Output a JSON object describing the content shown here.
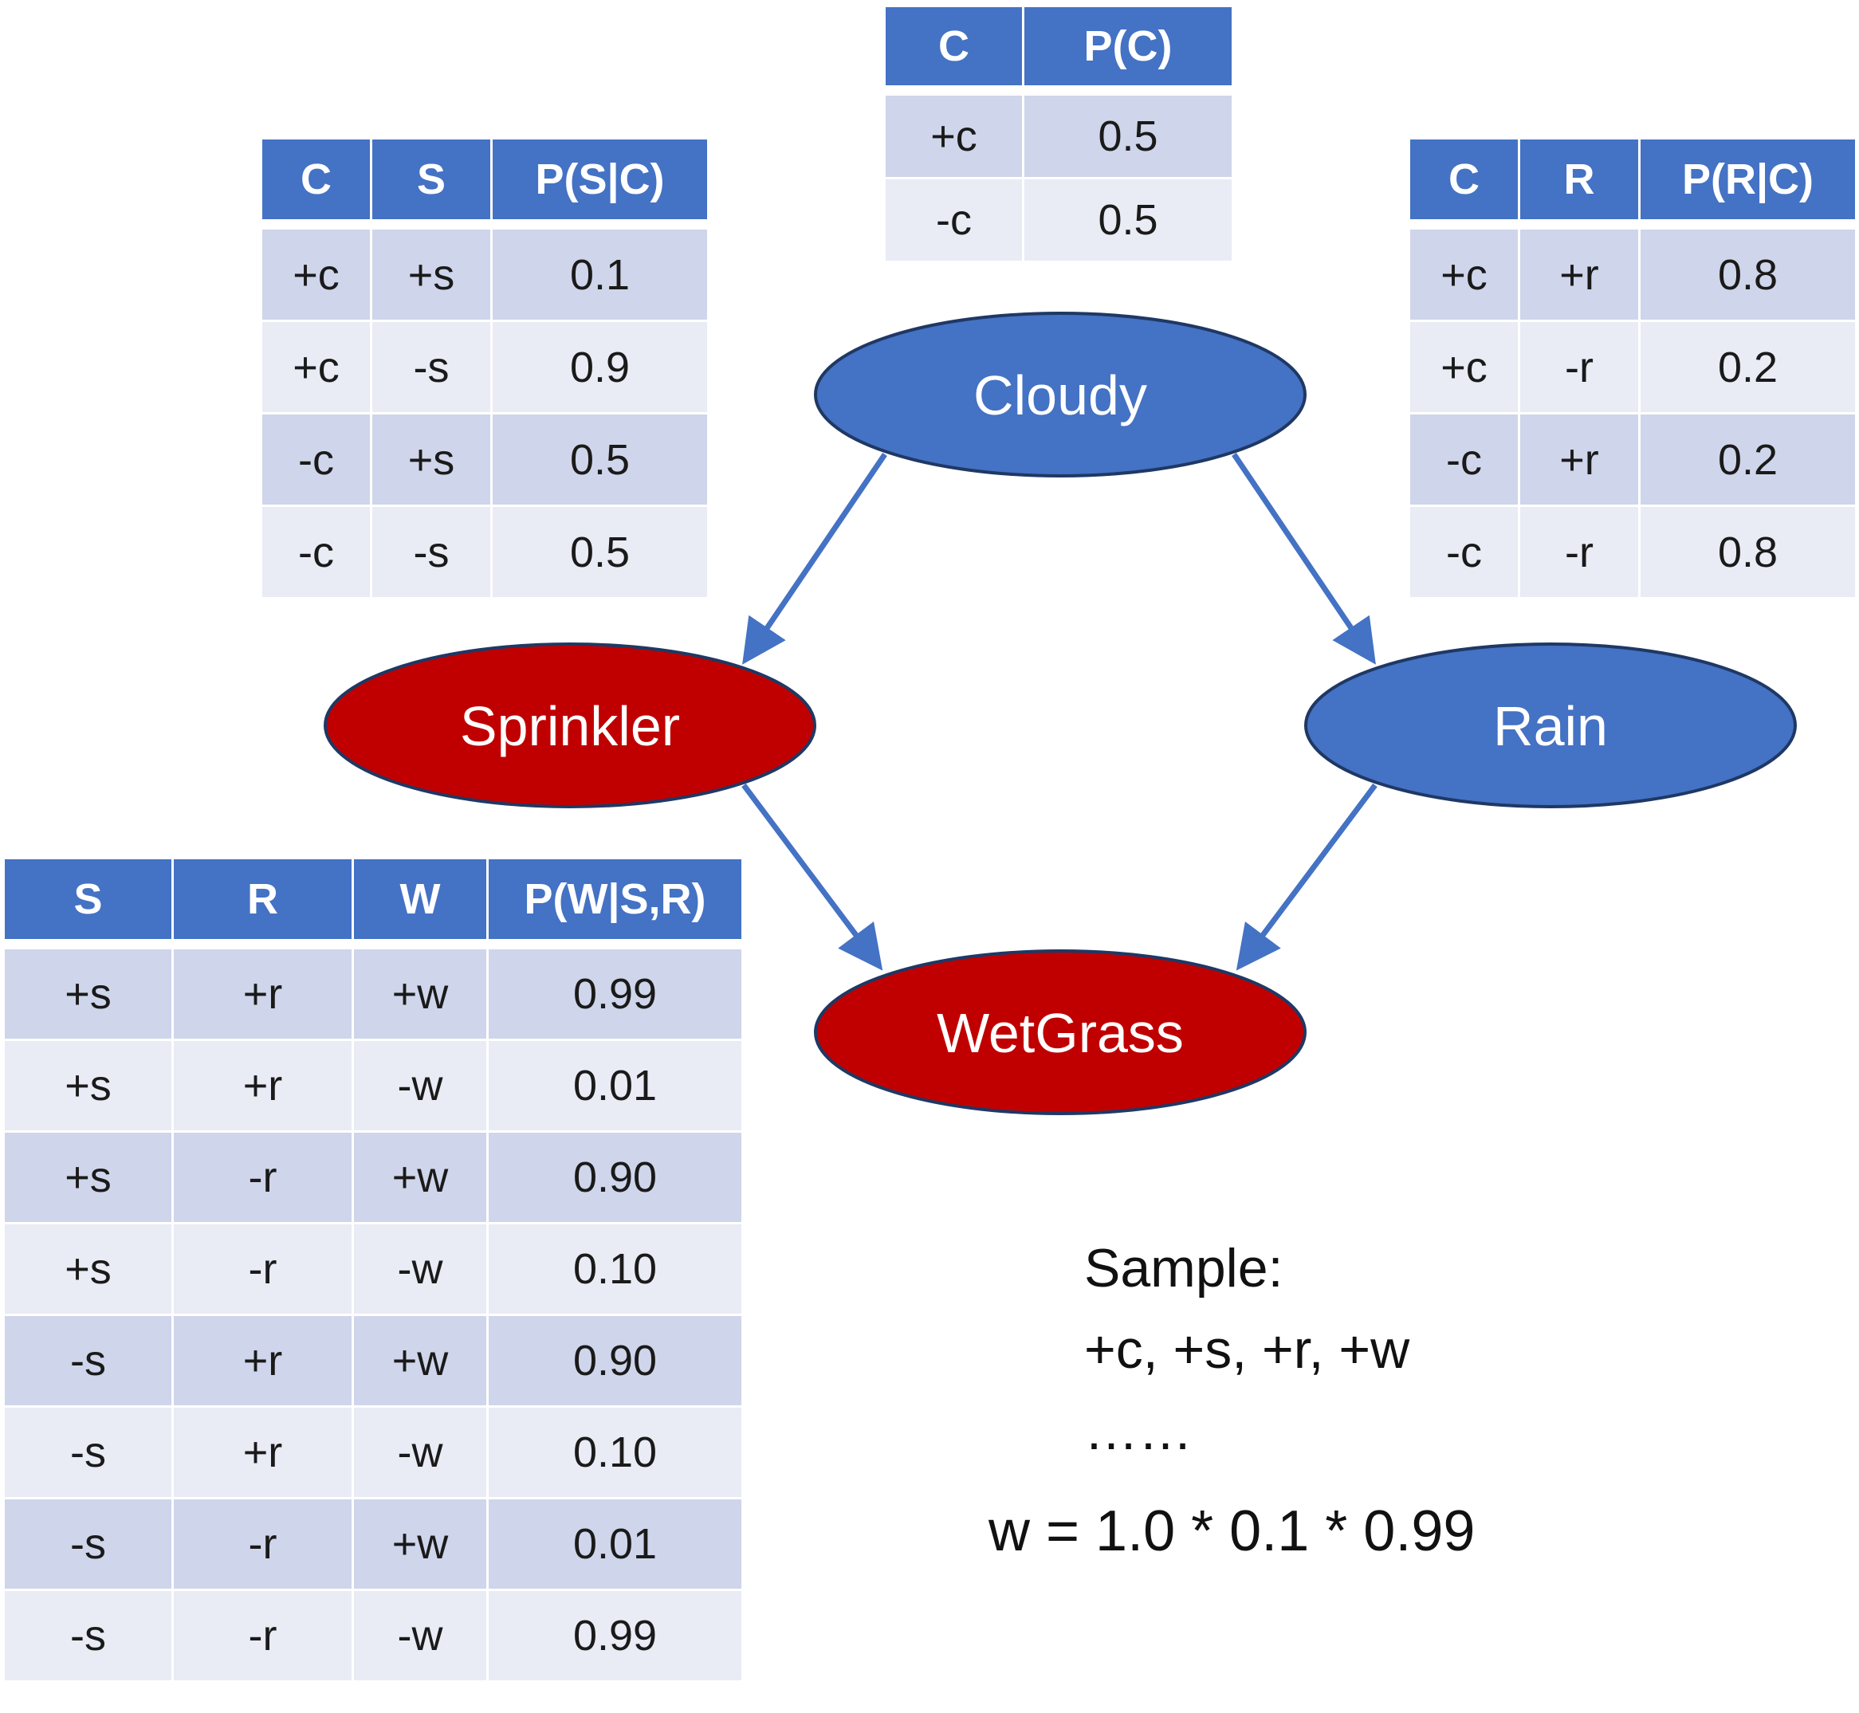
{
  "colors": {
    "header": "#4472c4",
    "row_dark": "#cfd5ea",
    "row_light": "#e9ebf5",
    "node_query": "#4472c4",
    "node_evidence": "#c00000",
    "edge": "#4472c4"
  },
  "nodes": {
    "cloudy": "Cloudy",
    "sprinkler": "Sprinkler",
    "rain": "Rain",
    "wetgrass": "WetGrass"
  },
  "cpt_c": {
    "headers": [
      "C",
      "P(C)"
    ],
    "rows": [
      [
        "+c",
        "0.5"
      ],
      [
        "-c",
        "0.5"
      ]
    ]
  },
  "cpt_s": {
    "headers": [
      "C",
      "S",
      "P(S|C)"
    ],
    "rows": [
      [
        "+c",
        "+s",
        "0.1"
      ],
      [
        "+c",
        "-s",
        "0.9"
      ],
      [
        "-c",
        "+s",
        "0.5"
      ],
      [
        "-c",
        "-s",
        "0.5"
      ]
    ]
  },
  "cpt_r": {
    "headers": [
      "C",
      "R",
      "P(R|C)"
    ],
    "rows": [
      [
        "+c",
        "+r",
        "0.8"
      ],
      [
        "+c",
        "-r",
        "0.2"
      ],
      [
        "-c",
        "+r",
        "0.2"
      ],
      [
        "-c",
        "-r",
        "0.8"
      ]
    ]
  },
  "cpt_w": {
    "headers": [
      "S",
      "R",
      "W",
      "P(W|S,R)"
    ],
    "rows": [
      [
        "+s",
        "+r",
        "+w",
        "0.99"
      ],
      [
        "+s",
        "+r",
        "-w",
        "0.01"
      ],
      [
        "+s",
        "-r",
        "+w",
        "0.90"
      ],
      [
        "+s",
        "-r",
        "-w",
        "0.10"
      ],
      [
        "-s",
        "+r",
        "+w",
        "0.90"
      ],
      [
        "-s",
        "+r",
        "-w",
        "0.10"
      ],
      [
        "-s",
        "-r",
        "+w",
        "0.01"
      ],
      [
        "-s",
        "-r",
        "-w",
        "0.99"
      ]
    ]
  },
  "sample": {
    "label": "Sample:",
    "values": "+c, +s, +r, +w",
    "ellipsis": "……"
  },
  "weight": "w = 1.0 * 0.1 * 0.99"
}
